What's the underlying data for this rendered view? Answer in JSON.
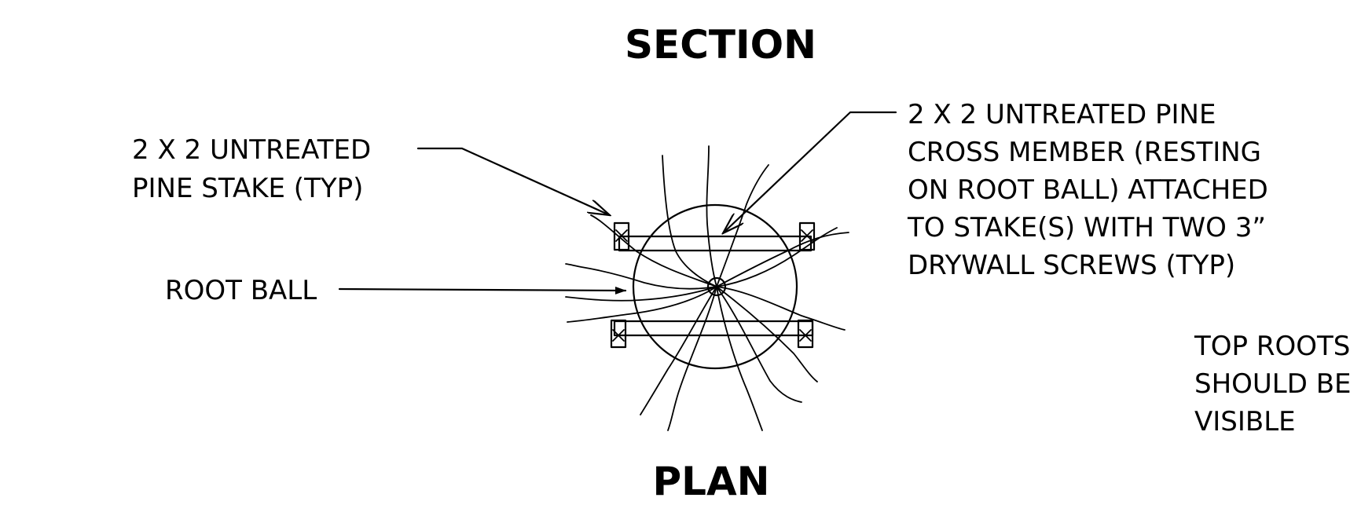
{
  "titles": {
    "section": "SECTION",
    "plan": "PLAN"
  },
  "callouts": {
    "stake": {
      "lines": [
        "2  X  2  UNTREATED",
        "PINE  STAKE  (TYP)"
      ]
    },
    "root_ball": {
      "lines": [
        "ROOT  BALL"
      ]
    },
    "cross_member": {
      "lines": [
        "2  X  2  UNTREATED  PINE",
        "CROSS  MEMBER  (RESTING",
        "ON   ROOT  BALL) ATTACHED",
        "TO   STAKE(S) WITH   TWO   3”",
        "DRYWALL  SCREWS    (TYP)"
      ]
    },
    "top_roots": {
      "lines": [
        "TOP  ROOTS",
        "SHOULD  BE",
        "VISIBLE"
      ]
    }
  }
}
